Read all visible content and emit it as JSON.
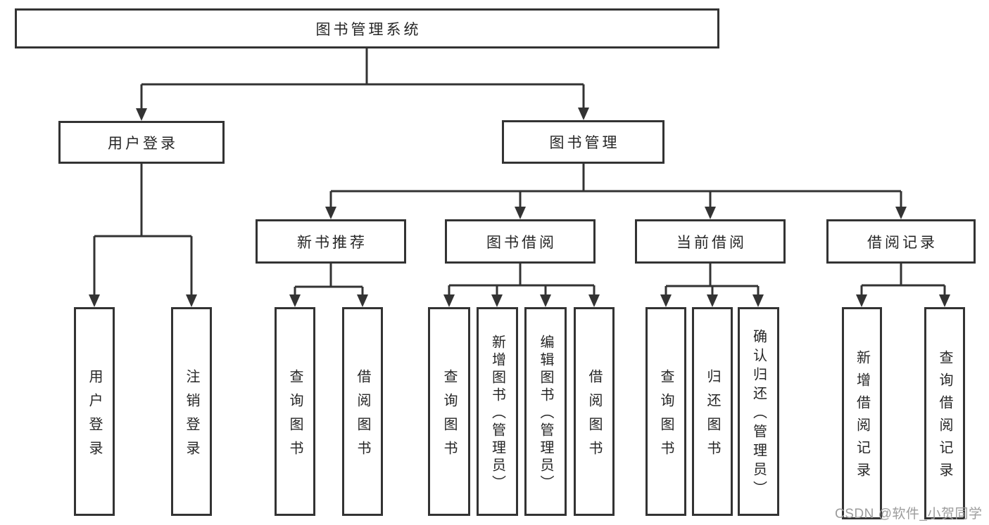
{
  "diagram": {
    "root": {
      "label": "图书管理系统"
    },
    "branches": [
      {
        "id": "user-login",
        "label": "用户登录",
        "children": [
          {
            "label": "用户登录"
          },
          {
            "label": "注销登录"
          }
        ]
      },
      {
        "id": "book-management",
        "label": "图书管理",
        "children": [
          {
            "label": "新书推荐",
            "children": [
              {
                "label": "查询图书"
              },
              {
                "label": "借阅图书"
              }
            ]
          },
          {
            "label": "图书借阅",
            "children": [
              {
                "label": "查询图书"
              },
              {
                "label": "新增图书（管理员）"
              },
              {
                "label": "编辑图书（管理员）"
              },
              {
                "label": "借阅图书"
              }
            ]
          },
          {
            "label": "当前借阅",
            "children": [
              {
                "label": "查询图书"
              },
              {
                "label": "归还图书"
              },
              {
                "label": "确认归还（管理员）"
              }
            ]
          },
          {
            "label": "借阅记录",
            "children": [
              {
                "label": "新增借阅记录"
              },
              {
                "label": "查询借阅记录"
              }
            ]
          }
        ]
      }
    ]
  },
  "watermark": {
    "text": "CSDN @软件_小贺同学"
  },
  "colors": {
    "line": "#333333",
    "box_border": "#333333",
    "text": "#262626",
    "watermark": "#9c9c9c",
    "background": "#ffffff"
  }
}
